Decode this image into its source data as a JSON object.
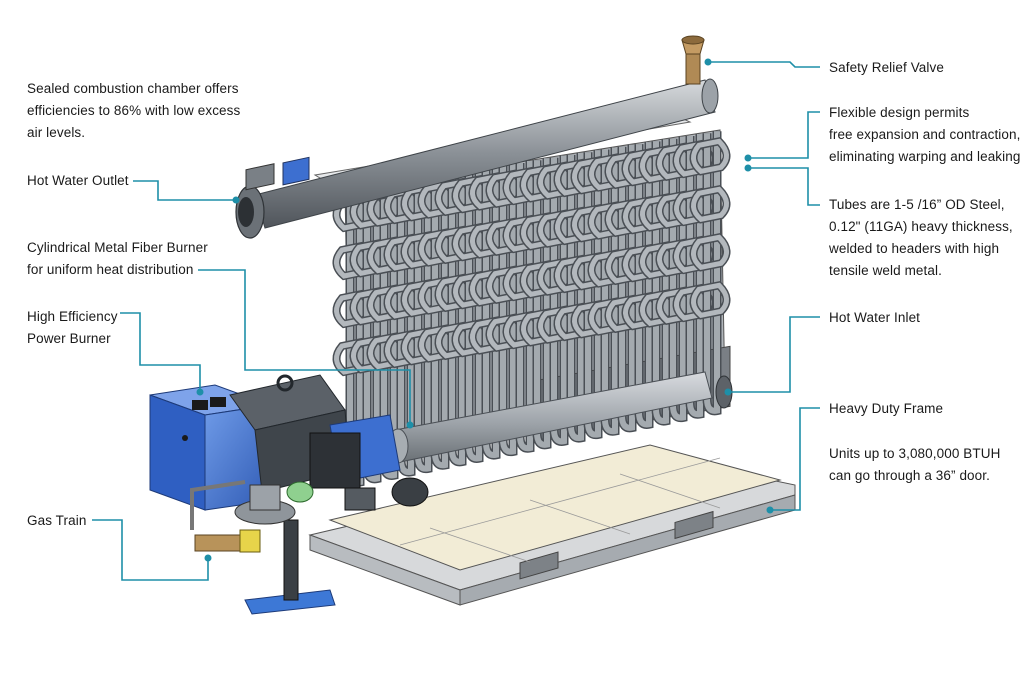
{
  "colors": {
    "leader": "#1e8fa8",
    "tube": "#8c9298",
    "tube_edge": "#4a4f55",
    "burner_blue": "#3d6fd0",
    "base": "#f2ecd6",
    "frame": "#9aa0a6"
  },
  "callouts": {
    "combustion": [
      "Sealed combustion chamber offers",
      "efficiencies to 86% with low excess",
      "air levels."
    ],
    "outlet": [
      "Hot Water Outlet"
    ],
    "fiber_burner": [
      "Cylindrical Metal Fiber Burner",
      "for uniform heat distribution"
    ],
    "power_burner": [
      "High Efficiency",
      "Power Burner"
    ],
    "gas_train": [
      "Gas Train"
    ],
    "relief_valve": [
      "Safety Relief Valve"
    ],
    "flexible": [
      "Flexible design permits",
      "free expansion and contraction,",
      "eliminating warping and leaking"
    ],
    "tubes": [
      "Tubes are 1-5 /16” OD Steel,",
      "0.12\" (11GA) heavy thickness,",
      "welded to headers with high",
      "tensile weld metal."
    ],
    "inlet": [
      "Hot Water Inlet"
    ],
    "frame": [
      "Heavy Duty Frame"
    ],
    "units": [
      "Units up to 3,080,000 BTUH",
      "can go through a 36” door."
    ]
  }
}
